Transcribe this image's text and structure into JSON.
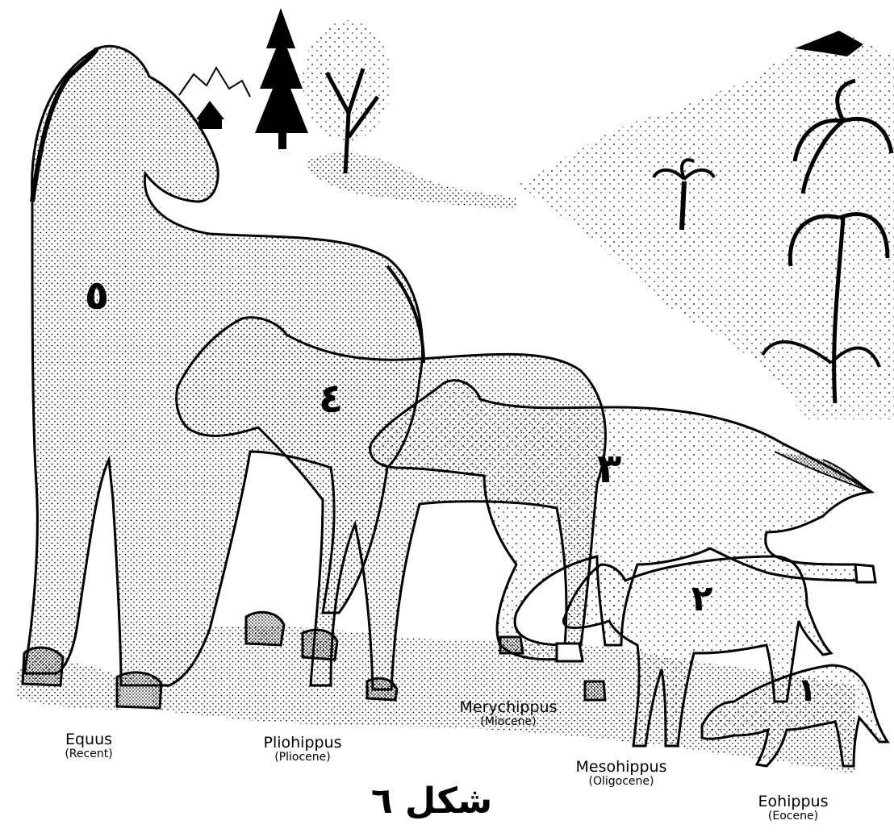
{
  "figure": {
    "caption": "شكل ٦",
    "animals": [
      {
        "number": "٥",
        "name": "Equus",
        "epoch": "(Recent)"
      },
      {
        "number": "٤",
        "name": "Pliohippus",
        "epoch": "(Pliocene)"
      },
      {
        "number": "٣",
        "name": "Merychippus",
        "epoch": "(Miocene)"
      },
      {
        "number": "٢",
        "name": "Mesohippus",
        "epoch": "(Oligocene)"
      },
      {
        "number": "١",
        "name": "Eohippus",
        "epoch": "(Eocene)"
      }
    ]
  }
}
